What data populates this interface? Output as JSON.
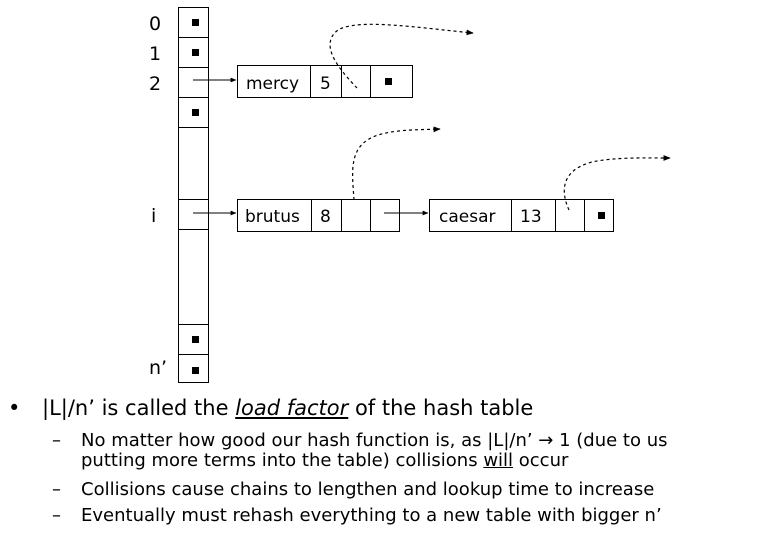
{
  "table": {
    "index_labels": [
      "0",
      "1",
      "2",
      "i",
      "n’"
    ]
  },
  "chains": {
    "mercy": {
      "term": "mercy",
      "count": "5"
    },
    "brutus": {
      "term": "brutus",
      "count": "8"
    },
    "caesar": {
      "term": "caesar",
      "count": "13"
    }
  },
  "bullets": {
    "main": {
      "marker": "•",
      "prefix": "|L|/n’ is called the ",
      "emphasis": "load factor",
      "suffix": " of the hash table"
    },
    "subs": [
      {
        "dash": "–",
        "line1": "No matter how good our hash function is, as |L|/n’ → 1 (due to us",
        "line2_prefix": "putting more terms into the table) collisions ",
        "line2_emphasis": "will",
        "line2_suffix": " occur"
      },
      {
        "dash": "–",
        "text": "Collisions cause chains to lengthen and lookup time to increase"
      },
      {
        "dash": "–",
        "text": "Eventually must rehash everything to a new table with bigger n’"
      }
    ]
  }
}
